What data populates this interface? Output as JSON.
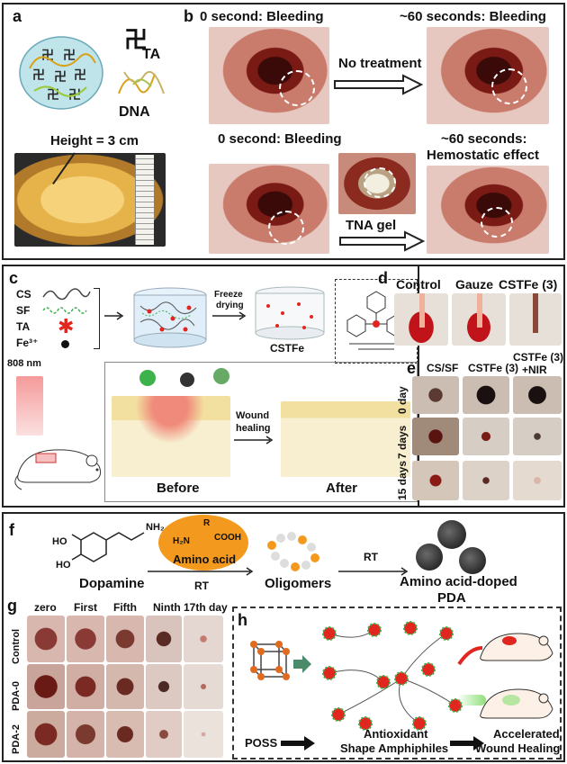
{
  "panel_a": {
    "label": "a",
    "ta_label": "TA",
    "dna_label": "DNA",
    "height_label": "Height = 3 cm"
  },
  "panel_b": {
    "label": "b",
    "top_left": "0 second: Bleeding",
    "top_right": "~60 seconds: Bleeding",
    "no_treatment": "No treatment",
    "bottom_left": "0 second: Bleeding",
    "bottom_right_1": "~60 seconds:",
    "bottom_right_2": "Hemostatic effect",
    "tna_gel": "TNA gel"
  },
  "panel_c": {
    "label": "c",
    "legend": [
      "CS",
      "SF",
      "TA",
      "Fe³⁺"
    ],
    "freeze_1": "Freeze",
    "freeze_2": "drying",
    "product": "CSTFe",
    "laser": "808 nm",
    "wound_1": "Wound",
    "wound_2": "healing",
    "before": "Before",
    "after": "After"
  },
  "panel_d": {
    "label": "d",
    "columns": [
      "Control",
      "Gauze",
      "CSTFe (3)"
    ]
  },
  "panel_e": {
    "label": "e",
    "col1": "CS/SF",
    "col2": "CSTFe (3)",
    "col3a": "CSTFe (3)",
    "col3b": "+NIR",
    "rows": [
      "0 day",
      "7 days",
      "15 days"
    ]
  },
  "panel_f": {
    "label": "f",
    "nh2": "NH₂",
    "ho1": "HO",
    "ho2": "HO",
    "dopamine": "Dopamine",
    "amino_r": "R",
    "amino_h2n": "H₂N",
    "amino_cooh": "COOH",
    "amino_acid": "Amino acid",
    "rt1": "RT",
    "oligomers": "Oligomers",
    "rt2": "RT",
    "product_1": "Amino acid-doped",
    "product_2": "PDA"
  },
  "panel_g": {
    "label": "g",
    "columns": [
      "zero",
      "First",
      "Fifth",
      "Ninth",
      "17th day"
    ],
    "rows": [
      "Control",
      "PDA-0",
      "PDA-2"
    ]
  },
  "panel_h": {
    "label": "h",
    "poss": "POSS",
    "antiox_1": "Antioxidant",
    "antiox_2": "Shape Amphiphiles",
    "accel_1": "Accelerated",
    "accel_2": "Wound Healing"
  },
  "colors": {
    "frame": "#222222",
    "blood": "#c0141a",
    "amino_bubble": "#f39a1e",
    "red_particle": "#e0261e",
    "green_particle": "#3db24a"
  }
}
